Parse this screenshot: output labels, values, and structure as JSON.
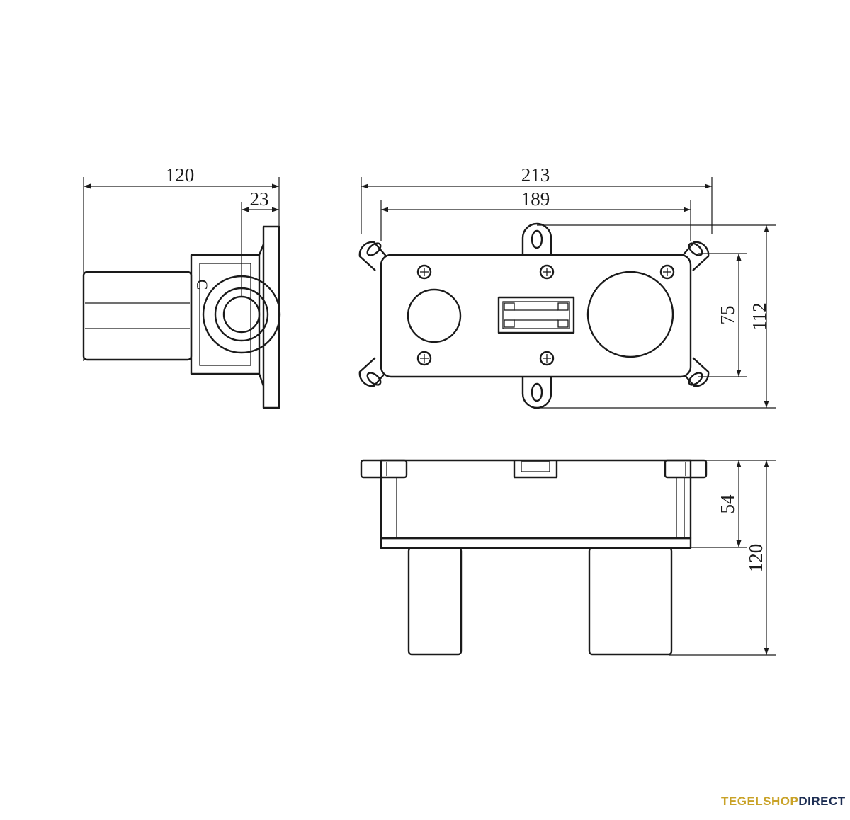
{
  "side_view": {
    "dims": {
      "total_depth": "120",
      "flange_offset": "23"
    },
    "marker": "C"
  },
  "front_view": {
    "dims": {
      "outer_width": "213",
      "inner_width": "189",
      "hole_spacing": "75",
      "total_height": "112"
    }
  },
  "bottom_view": {
    "dims": {
      "body_depth": "54",
      "total_depth": "120"
    }
  },
  "brand": {
    "part1": "TEGELSHOP",
    "part2": "DIRECT",
    "color_gold": "#c9a227",
    "color_navy": "#1c2d52"
  }
}
